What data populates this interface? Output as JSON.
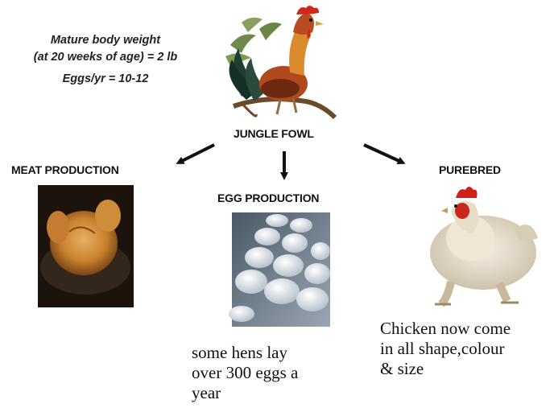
{
  "stats": {
    "line1": "Mature body weight",
    "line2": "(at 20 weeks of age) = 2 lb",
    "line3": "Eggs/yr = 10-12"
  },
  "center": {
    "label": "JUNGLE FOWL"
  },
  "branches": [
    {
      "label": "MEAT PRODUCTION",
      "note": []
    },
    {
      "label": "EGG PRODUCTION",
      "note": [
        "some hens lay",
        "over 300 eggs a",
        "year"
      ]
    },
    {
      "label": "PUREBRED",
      "note": [
        "Chicken now come",
        "in all shape,colour",
        "& size"
      ]
    }
  ]
}
